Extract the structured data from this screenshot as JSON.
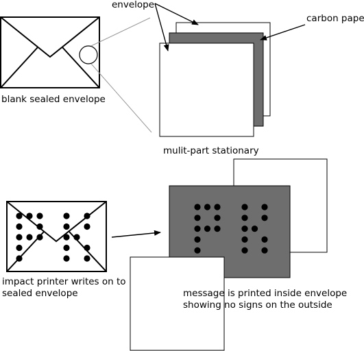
{
  "labels": {
    "envelope": "envelope",
    "carbon_paper": "carbon pape",
    "blank_sealed_envelope": "blank sealed envelope",
    "multi_part_stationary": "mulit-part stationary",
    "impact_printer_line1": "impact printer writes on to",
    "impact_printer_line2": "sealed envelope",
    "message_line1": "message is printed inside envelope",
    "message_line2": "showing no signs on the outside"
  },
  "colors": {
    "carbon": "#6e6e6e",
    "outline": "#000000",
    "paper": "#ffffff",
    "dot": "#000000"
  },
  "dot_pattern": {
    "letters": [
      "P",
      "K"
    ],
    "letter_P_grid": [
      [
        1,
        1,
        1
      ],
      [
        1,
        0,
        1
      ],
      [
        1,
        1,
        1
      ],
      [
        1,
        0,
        0
      ],
      [
        1,
        0,
        0
      ]
    ],
    "letter_K_grid": [
      [
        1,
        0,
        1
      ],
      [
        1,
        0,
        1
      ],
      [
        1,
        1,
        0
      ],
      [
        1,
        0,
        1
      ],
      [
        1,
        0,
        1
      ]
    ]
  }
}
